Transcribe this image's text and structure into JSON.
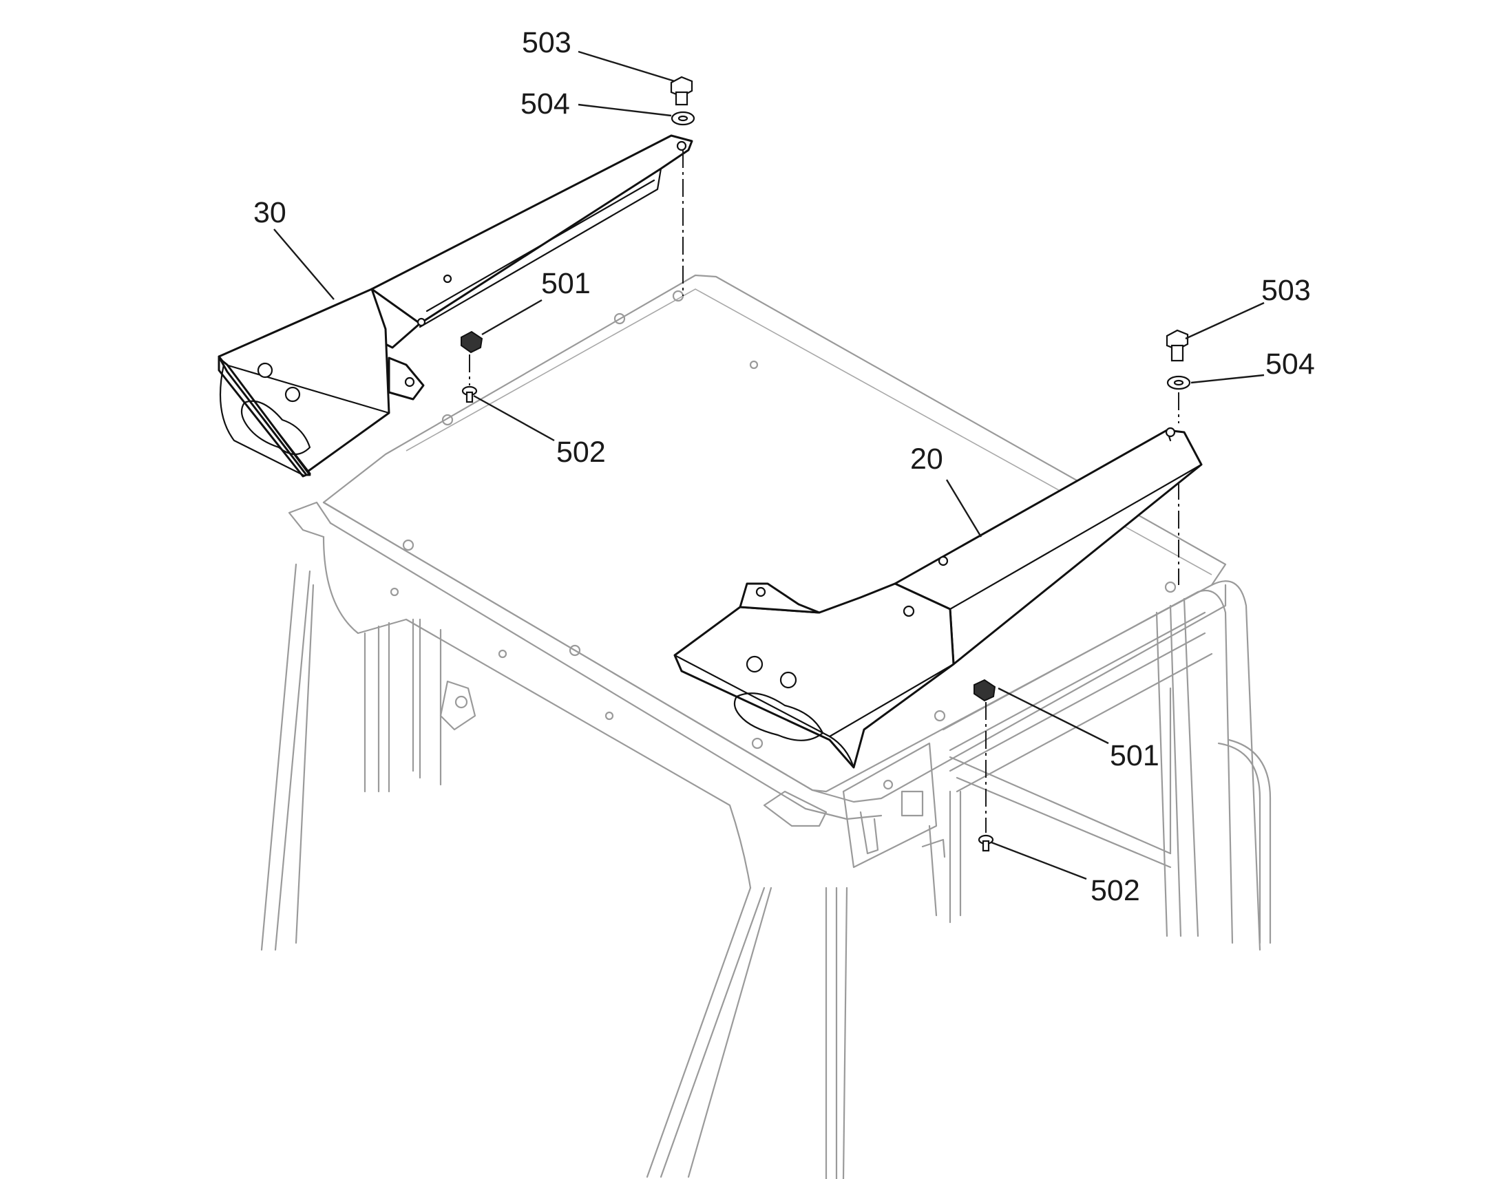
{
  "callouts": {
    "c503_left": "503",
    "c504_left": "504",
    "c30": "30",
    "c501_left": "501",
    "c502_left": "502",
    "c503_right": "503",
    "c504_right": "504",
    "c20": "20",
    "c501_right": "501",
    "c502_right": "502"
  },
  "colors": {
    "part_outline": "#111111",
    "frame_outline": "#9a9a9a",
    "background": "#ffffff"
  }
}
